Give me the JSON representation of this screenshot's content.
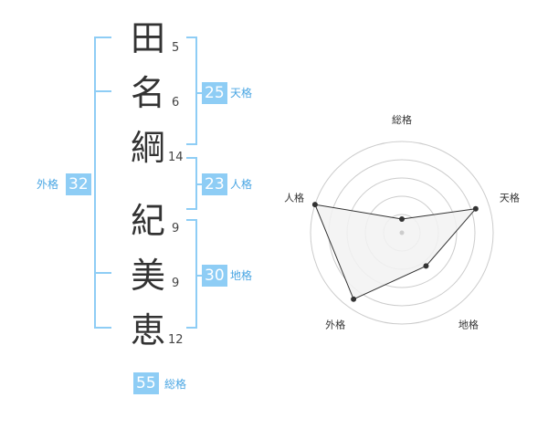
{
  "name": {
    "characters": [
      {
        "char": "田",
        "strokes": "5"
      },
      {
        "char": "名",
        "strokes": "6"
      },
      {
        "char": "綱",
        "strokes": "14"
      },
      {
        "char": "紀",
        "strokes": "9"
      },
      {
        "char": "美",
        "strokes": "9"
      },
      {
        "char": "恵",
        "strokes": "12"
      }
    ]
  },
  "kaku": {
    "tenkaku": {
      "value": "25",
      "label": "天格"
    },
    "jinkaku": {
      "value": "23",
      "label": "人格"
    },
    "chikaku": {
      "value": "30",
      "label": "地格"
    },
    "gaikaku": {
      "value": "32",
      "label": "外格"
    },
    "soukaku": {
      "value": "55",
      "label": "総格"
    }
  },
  "colors": {
    "accent": "#8ecdf5",
    "label_text": "#4aa6e3",
    "radar_fill": "#f2f2f2",
    "radar_ring": "#cccccc",
    "radar_point": "#333333"
  },
  "chart_data": {
    "type": "radar",
    "axes": [
      "総格",
      "天格",
      "地格",
      "外格",
      "人格"
    ],
    "values": [
      0.15,
      0.85,
      0.45,
      0.9,
      1.0
    ],
    "rings": 5,
    "max": 1
  }
}
